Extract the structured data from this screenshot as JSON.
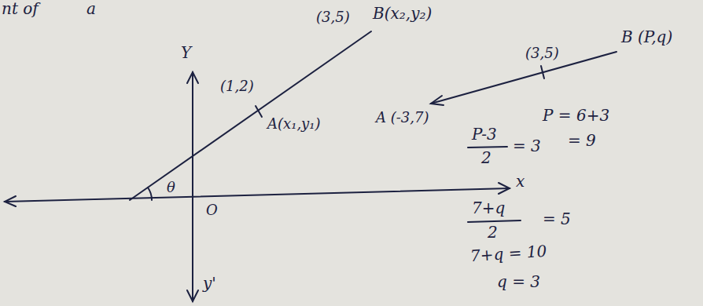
{
  "diagram": {
    "labels": [
      "nt of",
      "a",
      "(3,5)",
      "B(x₂,y₂)",
      "Y",
      "(1,2)",
      "A(x₁,y₁)",
      "θ",
      "O",
      "x",
      "y'",
      "(3,5)",
      "B (P,q)",
      "A (-3,7)",
      "P-3",
      "2",
      "= 3",
      "P = 6+3",
      "= 9",
      "7+q",
      "2",
      "= 5",
      "7+q = 10",
      "q = 3"
    ]
  }
}
